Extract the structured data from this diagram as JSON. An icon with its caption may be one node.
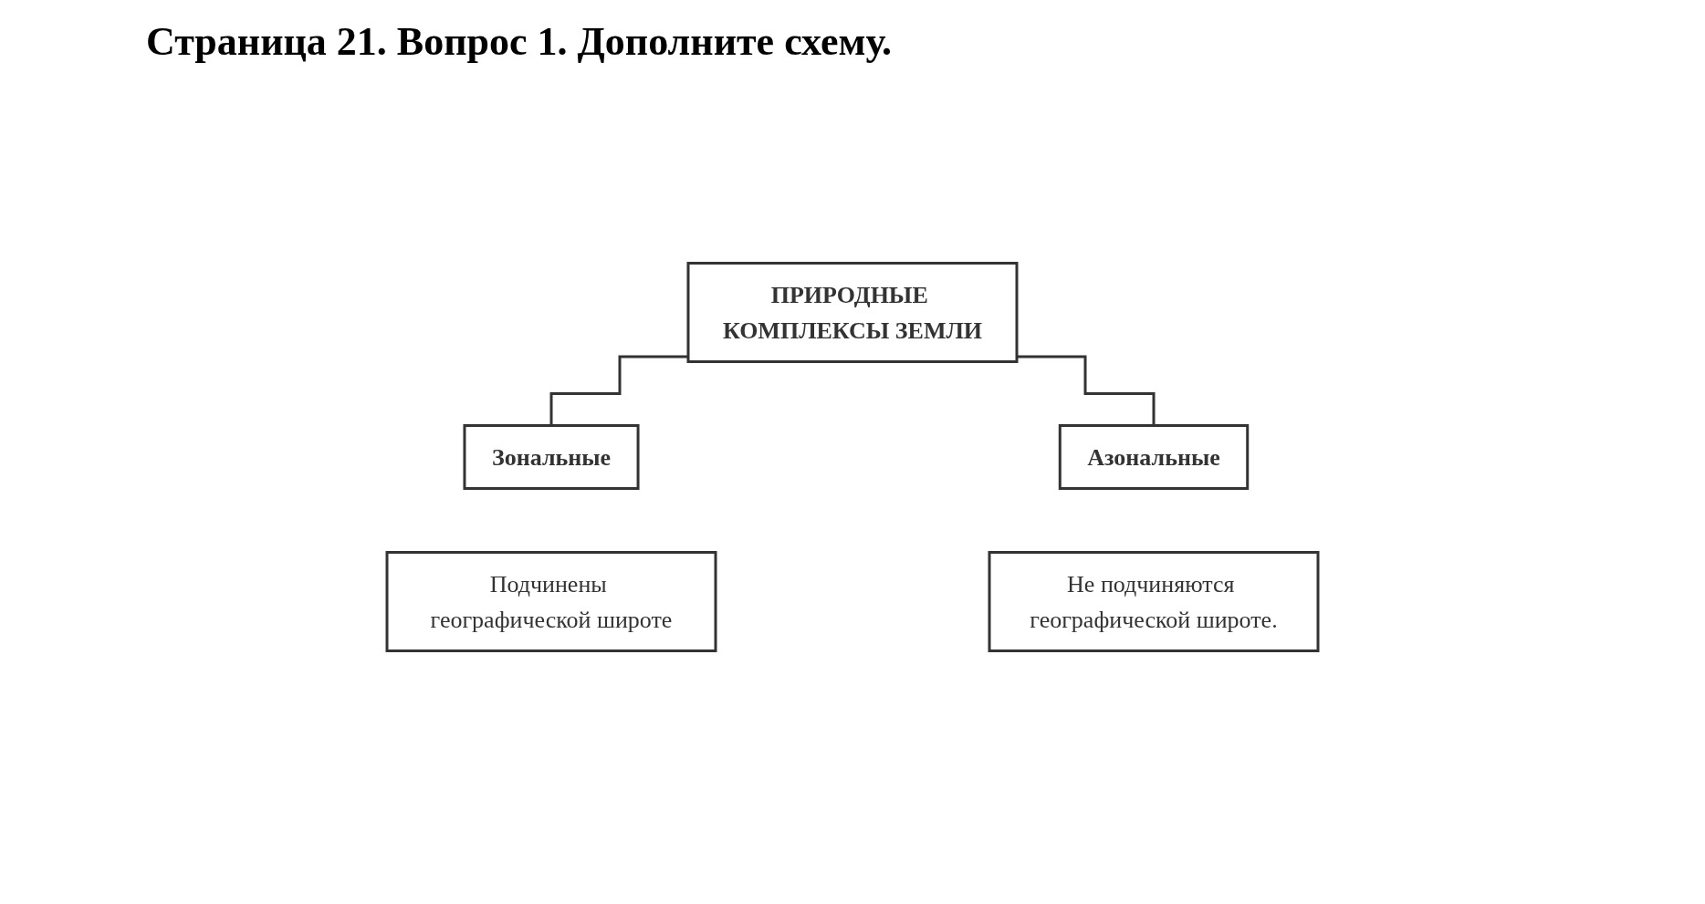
{
  "diagram": {
    "title": "Страница 21. Вопрос 1. Дополните схему.",
    "nodes": [
      {
        "text": [
          "ПРИРОДНЫЕ КОМПЛЕКСЫ ЗЕМЛИ"
        ]
      },
      {
        "text": [
          "Зональные"
        ]
      },
      {
        "text": [
          "Азональные"
        ]
      },
      {
        "text": [
          "Подчинены географической широте"
        ]
      },
      {
        "text": [
          "Не подчиняются географической широте."
        ]
      }
    ],
    "edges": [
      {
        "from": 0,
        "to": 1,
        "arrow": "none"
      },
      {
        "from": 0,
        "to": 2,
        "arrow": "none"
      }
    ]
  }
}
